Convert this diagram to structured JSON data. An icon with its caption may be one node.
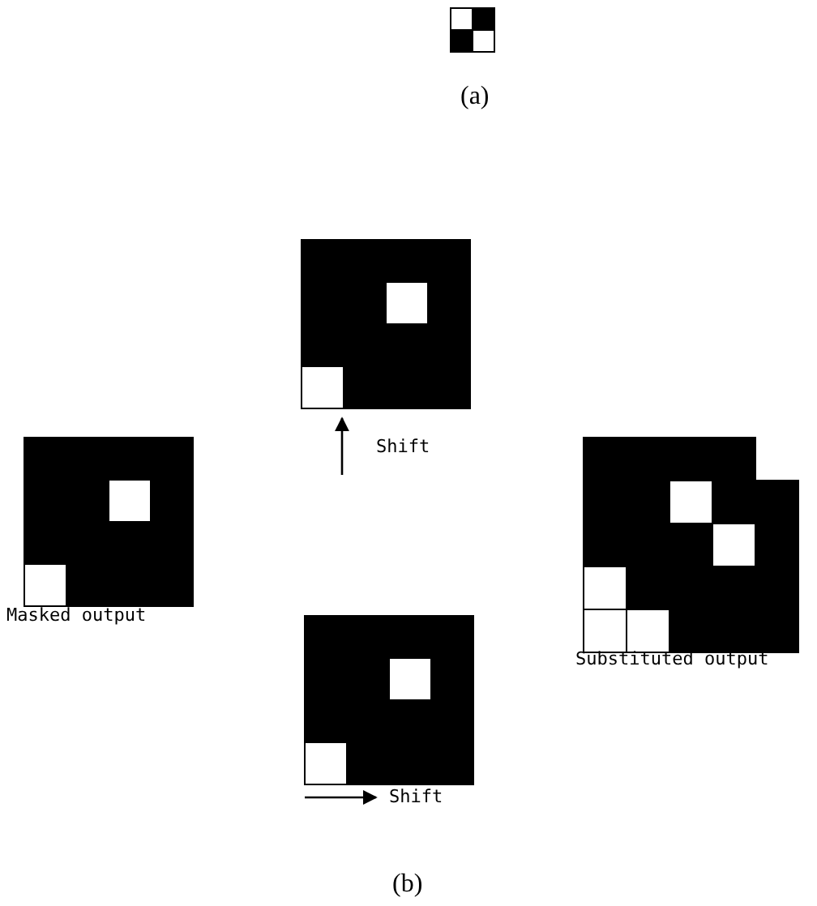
{
  "diagram": {
    "labels": [
      "(a)",
      "Shift",
      "Masked output",
      "Substituted output",
      "Shift",
      "(b)"
    ]
  }
}
